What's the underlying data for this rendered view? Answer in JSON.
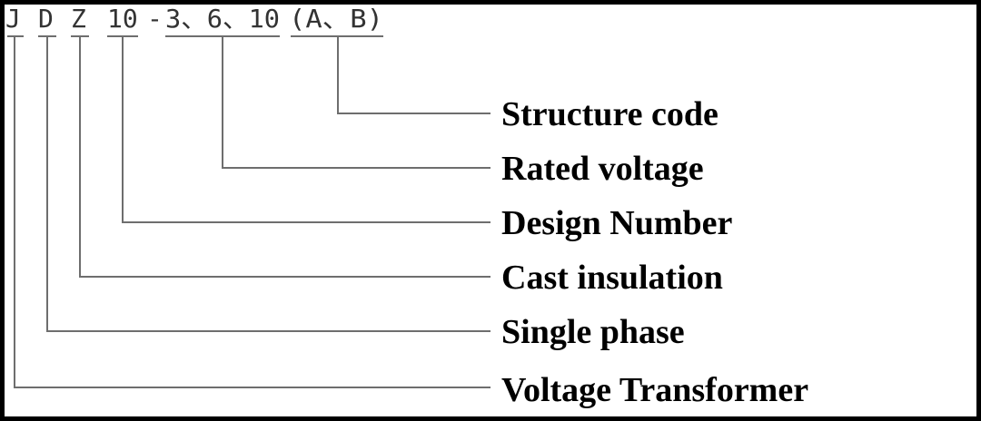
{
  "model_code": {
    "segments": [
      {
        "id": "j",
        "text": "J"
      },
      {
        "id": "d",
        "text": "D"
      },
      {
        "id": "z",
        "text": "Z"
      },
      {
        "id": "design",
        "text": "10"
      },
      {
        "id": "dash",
        "text": "-"
      },
      {
        "id": "voltage",
        "text": "3、6、10"
      },
      {
        "id": "structure",
        "text": "(A、B)"
      }
    ]
  },
  "labels": [
    {
      "id": "structure",
      "text": "Structure code"
    },
    {
      "id": "voltage",
      "text": "Rated voltage"
    },
    {
      "id": "design",
      "text": "Design Number"
    },
    {
      "id": "z",
      "text": "Cast insulation"
    },
    {
      "id": "d",
      "text": "Single phase"
    },
    {
      "id": "j",
      "text": "Voltage Transformer"
    }
  ],
  "colors": {
    "frame": "#000000",
    "code_text": "#333333",
    "leader_lines": "#6e6e6e",
    "label_text": "#000000"
  }
}
